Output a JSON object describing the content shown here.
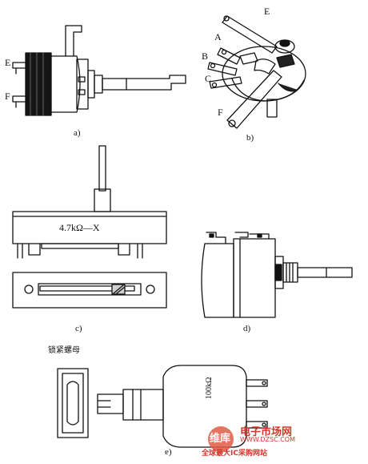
{
  "figures": {
    "a": {
      "caption": "a)",
      "pin_labels": [
        "E",
        "F"
      ]
    },
    "b": {
      "caption": "b)",
      "pin_labels": [
        "A",
        "B",
        "C",
        "E",
        "F"
      ]
    },
    "c": {
      "caption": "c)",
      "value_marking": "4.7kΩ—X"
    },
    "d": {
      "caption": "d)"
    },
    "e": {
      "caption": "e)",
      "nut_label": "锁紧螺母",
      "value_marking": "100kΩ"
    }
  },
  "watermark": {
    "brand": "维库",
    "title": "电子市场网",
    "url": "WWW.DZSC.COM",
    "slogan": "全球最大IC采购网站"
  }
}
